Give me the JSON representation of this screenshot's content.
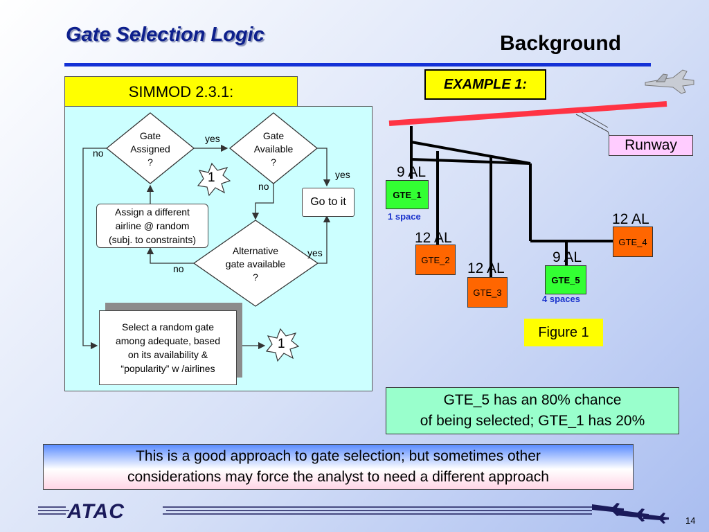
{
  "slide": {
    "title": "Gate Selection Logic",
    "subtitle": "Background",
    "page_number": "14"
  },
  "flowchart": {
    "header": "SIMMOD 2.3.1:",
    "gate_assigned": [
      "Gate",
      "Assigned",
      "?"
    ],
    "gate_available": [
      "Gate",
      "Available",
      "?"
    ],
    "go_to_it": "Go to it",
    "assign_different": [
      "Assign a different",
      "airline @ random",
      "(subj. to constraints)"
    ],
    "alternative": [
      "Alternative",
      "gate available",
      "?"
    ],
    "select_random": [
      "Select a random gate",
      "among adequate, based",
      "on its availability &",
      "“popularity” w /airlines"
    ],
    "yes": "yes",
    "no": "no",
    "connector": "1"
  },
  "example": {
    "label": "EXAMPLE 1:",
    "runway": "Runway",
    "figure": "Figure 1",
    "gates": [
      {
        "name": "GTE_1",
        "al": "9 AL",
        "note": "1 space"
      },
      {
        "name": "GTE_2",
        "al": "12 AL"
      },
      {
        "name": "GTE_3",
        "al": "12 AL"
      },
      {
        "name": "GTE_4",
        "al": "12 AL"
      },
      {
        "name": "GTE_5",
        "al": "9 AL",
        "note": "4 spaces"
      }
    ],
    "chance": [
      "GTE_5 has an 80% chance",
      "of being selected; GTE_1 has 20%"
    ]
  },
  "note": [
    "This is a good approach to gate selection; but sometimes other",
    "considerations may force the analyst to need a different approach"
  ],
  "logo": "ATAC",
  "colors": {
    "title": "#0d1f8c",
    "rule": "#1431d6",
    "runway": "#ff3344",
    "green_gate": "#33ff33",
    "orange_gate": "#ff6600",
    "space_note": "#1a33cc"
  }
}
